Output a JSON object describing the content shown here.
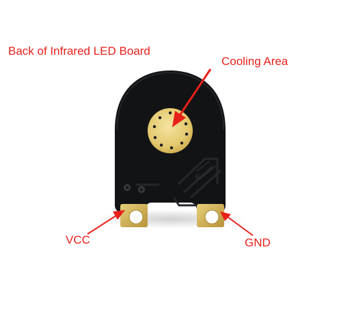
{
  "labels": {
    "title": "Back of Infrared LED Board",
    "cooling": "Cooling Area",
    "vcc": "VCC",
    "gnd": "GND",
    "silkscreen": "E"
  },
  "colors": {
    "label_red": "#e8201a",
    "board_black": "#111214",
    "gold_pad": "#e8d17a"
  }
}
